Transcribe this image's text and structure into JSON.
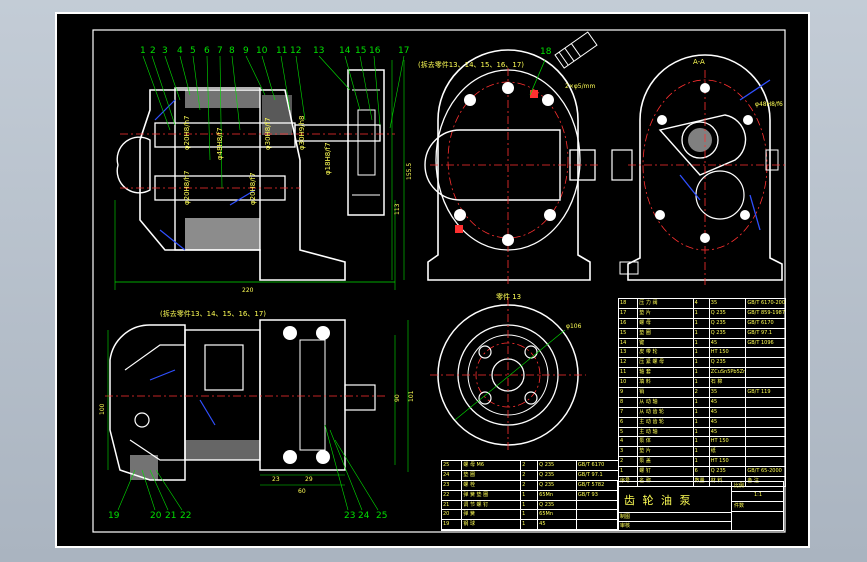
{
  "drawing": {
    "title": "齿 轮 油 泵",
    "scale": "1:1",
    "section_label": "A-A",
    "note_top": "(拆去零件13、14、15、16、17)",
    "note_bottom": "(拆去零件13、14、15、16、17)",
    "part_view_label": "零件 13",
    "dims": {
      "overall_width": "220",
      "height1": "113",
      "height2": "155.5",
      "bottom_w1": "23",
      "bottom_w2": "29",
      "bottom_w3": "60",
      "right_h1": "90",
      "right_h2": "101",
      "left_h": "100",
      "dia_circle": "φ106",
      "dia_top": "φ4 8H8/f7",
      "dia_sect": "φ48H8/f6"
    },
    "balloons_top": [
      "1",
      "2",
      "3",
      "4",
      "5",
      "6",
      "7",
      "8",
      "9",
      "10",
      "11",
      "12",
      "13",
      "14",
      "15",
      "16",
      "17"
    ],
    "balloon_18": "18",
    "balloons_bottom": [
      "19",
      "20",
      "21",
      "22",
      "23",
      "24",
      "25"
    ],
    "bom_rows": [
      {
        "no": "18",
        "name": "压 力 阀",
        "qty": "4",
        "mat": "35",
        "std": "GB/T 6170-2000"
      },
      {
        "no": "17",
        "name": "垫 片",
        "qty": "1",
        "mat": "Q 235",
        "std": "GB/T 859-1987"
      },
      {
        "no": "16",
        "name": "螺 母",
        "qty": "1",
        "mat": "Q 235",
        "std": "GB/T 6170"
      },
      {
        "no": "15",
        "name": "垫 圈",
        "qty": "1",
        "mat": "Q 235",
        "std": "GB/T 97.1"
      },
      {
        "no": "14",
        "name": "键",
        "qty": "1",
        "mat": "45",
        "std": "GB/T 1096"
      },
      {
        "no": "13",
        "name": "皮 带 轮",
        "qty": "1",
        "mat": "HT 150",
        "std": ""
      },
      {
        "no": "12",
        "name": "压 紧 螺 母",
        "qty": "1",
        "mat": "Q 235",
        "std": ""
      },
      {
        "no": "11",
        "name": "轴 套",
        "qty": "1",
        "mat": "ZCuSn5Pb5Zn5",
        "std": ""
      },
      {
        "no": "10",
        "name": "填 料",
        "qty": "1",
        "mat": "石 棉",
        "std": ""
      },
      {
        "no": "9",
        "name": "销",
        "qty": "2",
        "mat": "35",
        "std": "GB/T 119"
      },
      {
        "no": "8",
        "name": "从 动 轴",
        "qty": "1",
        "mat": "45",
        "std": ""
      },
      {
        "no": "7",
        "name": "从 动 齿 轮",
        "qty": "1",
        "mat": "45",
        "std": ""
      },
      {
        "no": "6",
        "name": "主 动 齿 轮",
        "qty": "1",
        "mat": "45",
        "std": ""
      },
      {
        "no": "5",
        "name": "主 动 轴",
        "qty": "1",
        "mat": "45",
        "std": ""
      },
      {
        "no": "4",
        "name": "泵 体",
        "qty": "1",
        "mat": "HT 150",
        "std": ""
      },
      {
        "no": "3",
        "name": "垫 片",
        "qty": "1",
        "mat": "纸",
        "std": ""
      },
      {
        "no": "2",
        "name": "泵 盖",
        "qty": "1",
        "mat": "HT 150",
        "std": ""
      },
      {
        "no": "1",
        "name": "螺 钉",
        "qty": "6",
        "mat": "Q 235",
        "std": "GB/T 65-2000"
      }
    ],
    "bom_rows_left": [
      {
        "no": "25",
        "name": "螺 母 M6",
        "qty": "2",
        "mat": "Q 235",
        "std": "GB/T 6170"
      },
      {
        "no": "24",
        "name": "垫 圈",
        "qty": "2",
        "mat": "Q 235",
        "std": "GB/T 97.1"
      },
      {
        "no": "23",
        "name": "螺 栓",
        "qty": "2",
        "mat": "Q 235",
        "std": "GB/T 5782"
      },
      {
        "no": "22",
        "name": "弹 簧 垫 圈",
        "qty": "1",
        "mat": "65Mn",
        "std": "GB/T 93"
      },
      {
        "no": "21",
        "name": "调 节 螺 钉",
        "qty": "1",
        "mat": "Q 235",
        "std": ""
      },
      {
        "no": "20",
        "name": "弹 簧",
        "qty": "1",
        "mat": "65Mn",
        "std": ""
      },
      {
        "no": "19",
        "name": "钢 球",
        "qty": "1",
        "mat": "45",
        "std": ""
      }
    ],
    "bom_header": {
      "no": "序号",
      "name": "名 称",
      "qty": "数量",
      "mat": "材 料",
      "std": "备 注"
    },
    "title_block": {
      "drawn": "制图",
      "checked": "审核",
      "weight": "重量",
      "ratio": "比例",
      "sheet": "件数"
    }
  }
}
